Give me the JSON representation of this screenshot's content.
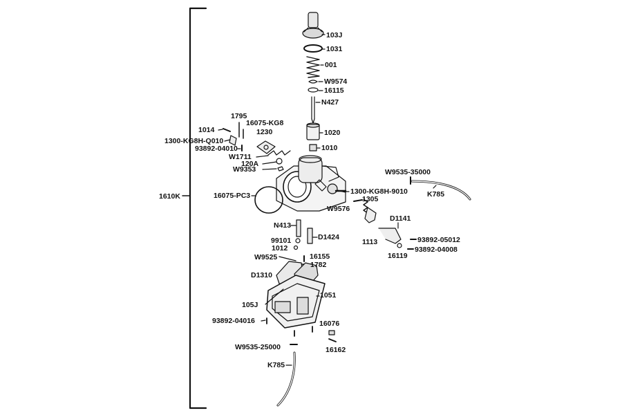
{
  "assembly_label": "1610K",
  "parts": {
    "p103J": "103J",
    "p1031": "1031",
    "p001": "001",
    "pW9574": "W9574",
    "p16115": "16115",
    "pN427": "N427",
    "p1020": "1020",
    "p1010": "1010",
    "p1795": "1795",
    "p16075KG8": "16075-KG8",
    "p1014": "1014",
    "p1230": "1230",
    "p1300KG8HQ010": "1300-KG8H-Q010",
    "p93892_04010": "93892-04010",
    "pW1711": "W1711",
    "p120A": "120A",
    "pW9353": "W9353",
    "pW9535_35000": "W9535-35000",
    "pK785_top": "K785",
    "p16075PC3": "16075-PC3",
    "p1300KG8H9010": "1300-KG8H-9010",
    "p1305": "1305",
    "pW9576": "W9576",
    "pD1141": "D1141",
    "pN413": "N413",
    "pD1424": "D1424",
    "p99101": "99101",
    "p1012": "1012",
    "p1113": "1113",
    "p93892_05012": "93892-05012",
    "p93892_04008": "93892-04008",
    "p16119": "16119",
    "pW9525": "W9525",
    "p16155": "16155",
    "p1782": "1782",
    "pD1310": "D1310",
    "p1051": "1051",
    "p105J": "105J",
    "p93892_04016": "93892-04016",
    "p16076": "16076",
    "p16162": "16162",
    "pW9535_25000": "W9535-25000",
    "pK785_bottom": "K785"
  }
}
